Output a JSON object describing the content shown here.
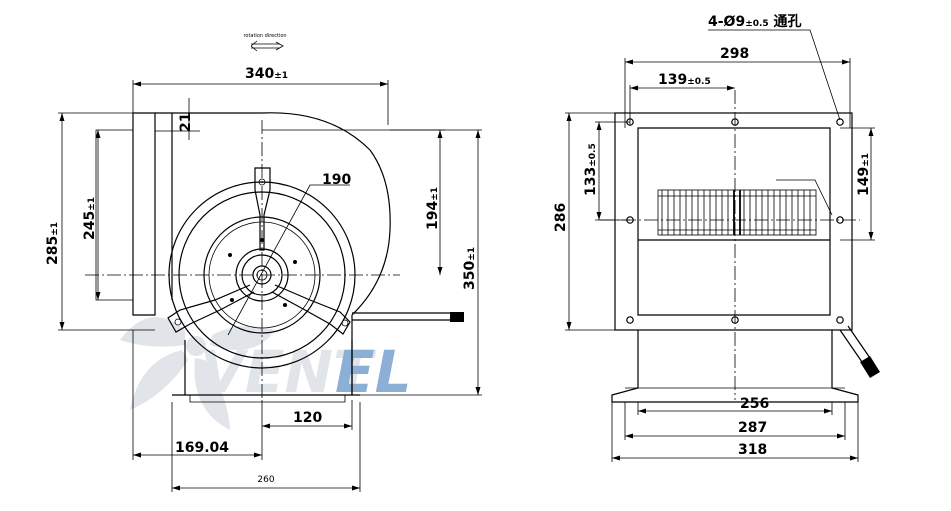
{
  "front_view": {
    "rotation_label": "rotation direction",
    "width_main": "340",
    "width_main_tol": "±1",
    "top_offset": "21",
    "outer_height": "285",
    "outer_height_tol": "±1",
    "inner_height": "245",
    "inner_height_tol": "±1",
    "impeller_dia": "190",
    "center_height": "194",
    "center_height_tol": "±1",
    "total_height": "350",
    "total_height_tol": "±1",
    "foot_offset": "120",
    "base_offset": "169.04",
    "base_width": "260"
  },
  "side_view": {
    "hole_note_prefix": "4-Ø9",
    "hole_note_tol": "±0.5",
    "hole_note_suffix": " 通孔",
    "flange_width": "298",
    "hole_spacing_h": "139",
    "hole_spacing_h_tol": "±0.5",
    "hole_spacing_v": "133",
    "hole_spacing_v_tol": "±0.5",
    "outlet_height": "149",
    "outlet_height_tol": "±1",
    "total_height": "286",
    "foot_inner": "256",
    "foot_mid": "287",
    "foot_outer": "318"
  },
  "watermark": {
    "brand": "Ventel",
    "color_grey": "#c9cfd6",
    "color_blue": "#2f6fb5"
  }
}
